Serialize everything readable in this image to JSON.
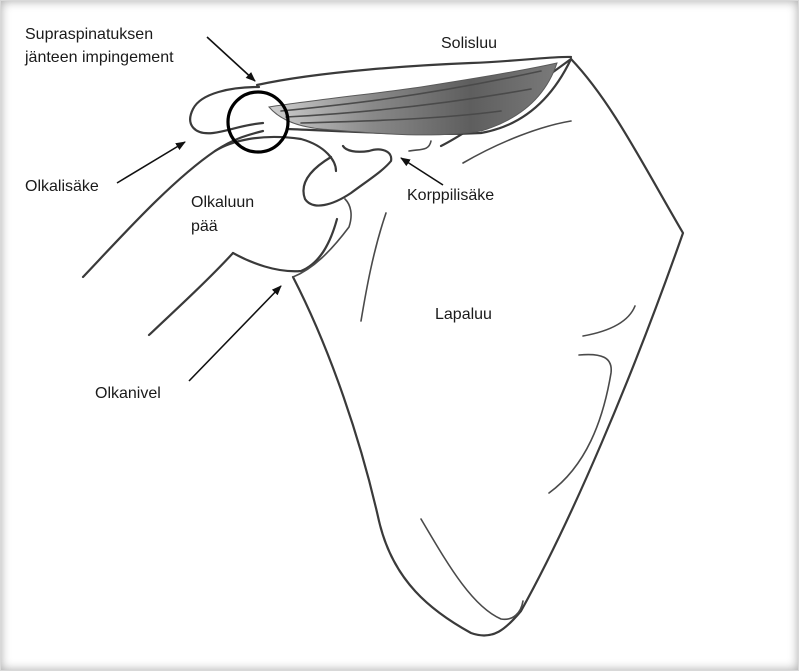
{
  "labels": {
    "supraspinatus_line1": "Supraspinatuksen",
    "supraspinatus_line2": "jänteen impingement",
    "solisluu": "Solisluu",
    "olkalisake": "Olkalisäke",
    "olkaluun_line1": "Olkaluun",
    "olkaluun_line2": "pää",
    "korppilisake": "Korppilisäke",
    "lapaluu": "Lapaluu",
    "olkanivel": "Olkanivel"
  },
  "colors": {
    "line": "#3a3a3a",
    "muscle_dark": "#6b6b6b",
    "muscle_light": "#a8a8a8",
    "highlight_circle": "#000000"
  }
}
